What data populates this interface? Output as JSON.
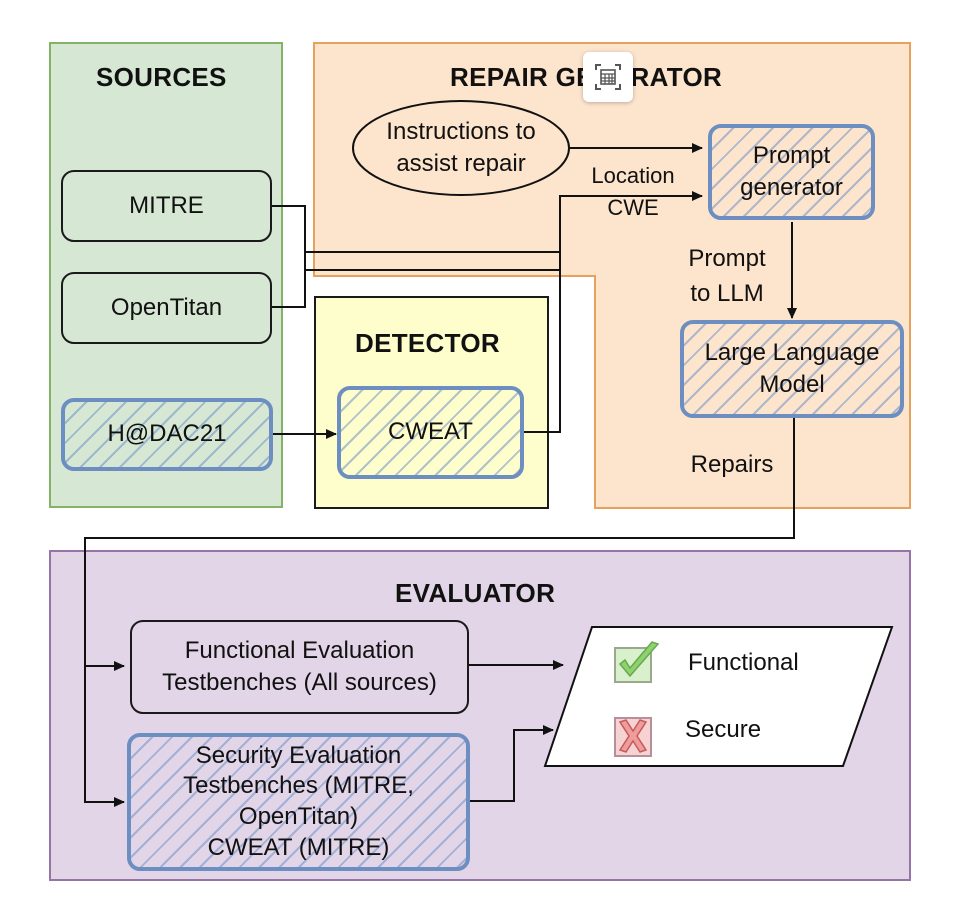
{
  "regions": {
    "sources": {
      "title": "SOURCES"
    },
    "repair": {
      "title": "REPAIR GENERATOR"
    },
    "detector": {
      "title": "DETECTOR"
    },
    "evaluator": {
      "title": "EVALUATOR"
    }
  },
  "nodes": {
    "mitre": "MITRE",
    "opentitan": "OpenTitan",
    "hdac": "H@DAC21",
    "cweat": "CWEAT",
    "instructions": "Instructions to\nassist repair",
    "prompt_gen": "Prompt\ngenerator",
    "llm": "Large Language\nModel",
    "functional_eval": "Functional Evaluation\nTestbenches (All sources)",
    "security_eval": "Security Evaluation\nTestbenches (MITRE,\nOpenTitan)\nCWEAT (MITRE)"
  },
  "edge_labels": {
    "location_cwe": "Location\nCWE",
    "prompt_to_llm": "Prompt\nto LLM",
    "repairs": "Repairs"
  },
  "outcome": {
    "functional": "Functional",
    "secure": "Secure"
  },
  "colors": {
    "sources_bg": "#d6e8d4",
    "sources_border": "#83b366",
    "repair_bg": "#fde4cc",
    "repair_border": "#e6a15c",
    "detector_bg": "#fefdcc",
    "detector_border": "#1a1a1a",
    "evaluator_bg": "#e1d5e7",
    "evaluator_border": "#9674a6",
    "hatch_border": "#6d8ec0"
  }
}
